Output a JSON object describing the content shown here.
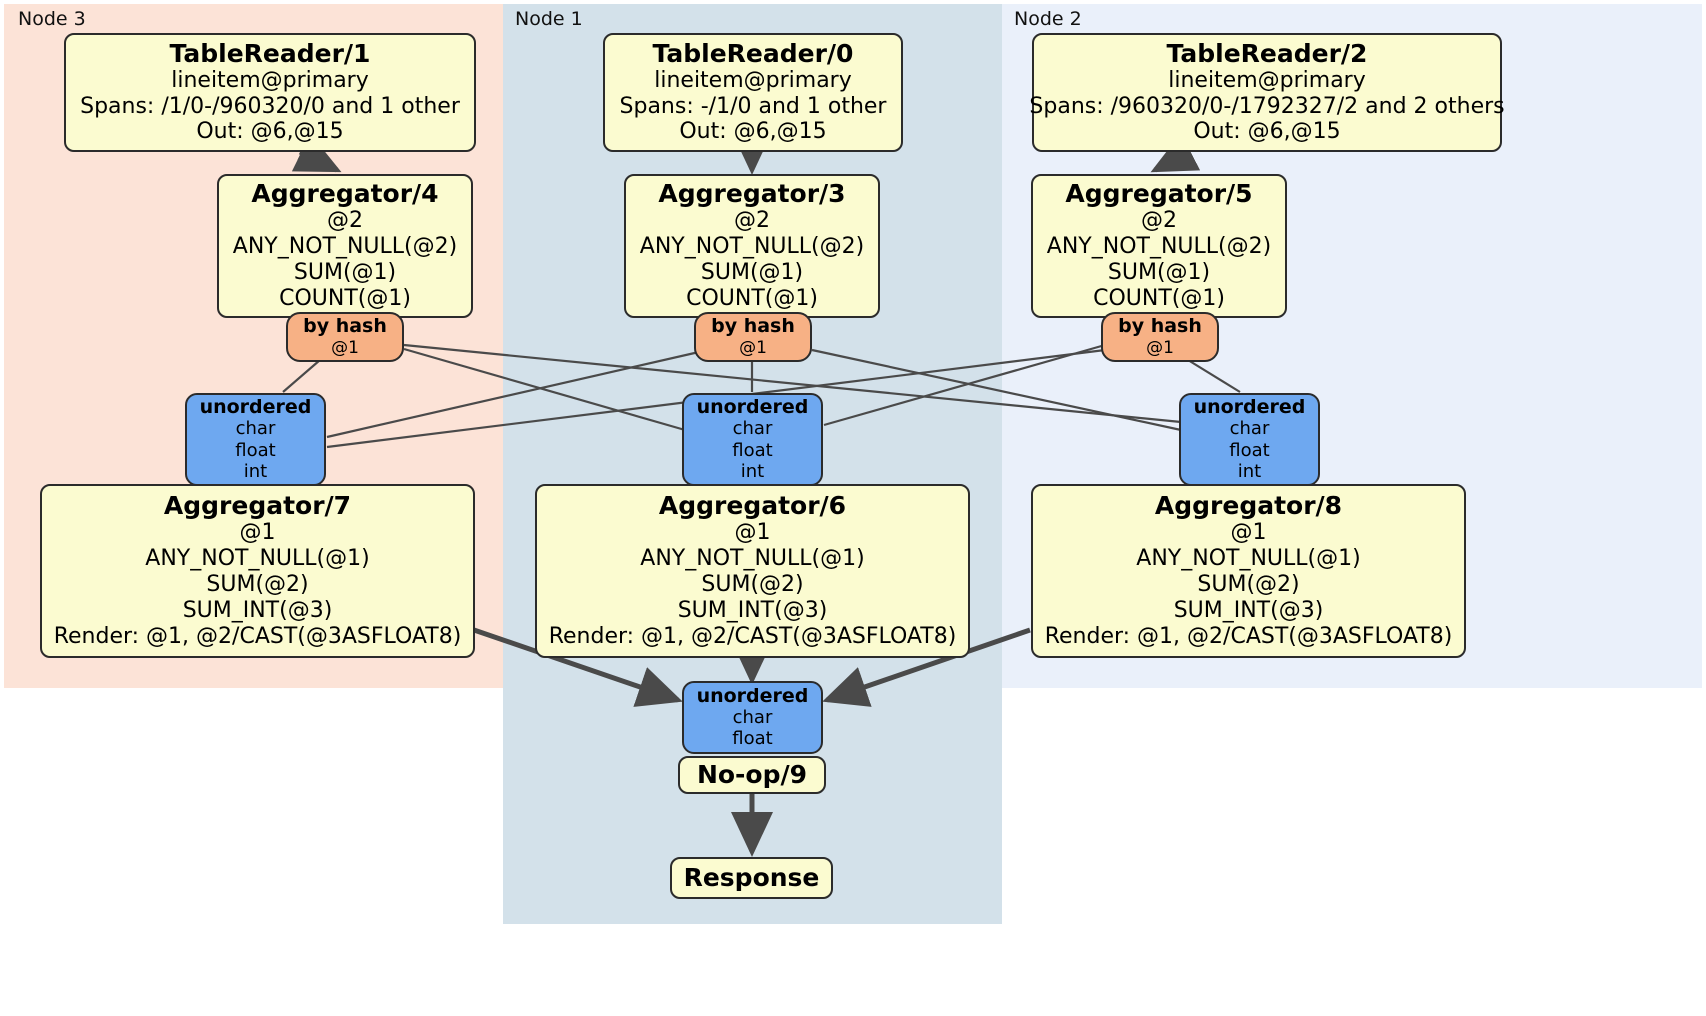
{
  "diagram": {
    "type": "distributed-query-plan",
    "panels": [
      {
        "id": "node3",
        "label": "Node 3",
        "color": "#fce3d7"
      },
      {
        "id": "node1",
        "label": "Node 1",
        "color": "#d3e1ea"
      },
      {
        "id": "node2",
        "label": "Node 2",
        "color": "#eaf0fa"
      }
    ],
    "colors": {
      "processor_fill": "#fbfbd0",
      "router_fill": "#f7b185",
      "sync_fill": "#6ea8f0",
      "stroke": "#2b2b2b",
      "edge": "#4a4a4a"
    },
    "nodes": [
      {
        "id": "tablereader1",
        "panel": "node3",
        "kind": "processor",
        "title": "TableReader/1",
        "lines": [
          "lineitem@primary",
          "Spans: /1/0-/960320/0 and 1 other",
          "Out: @6,@15"
        ]
      },
      {
        "id": "tablereader0",
        "panel": "node1",
        "kind": "processor",
        "title": "TableReader/0",
        "lines": [
          "lineitem@primary",
          "Spans: -/1/0 and 1 other",
          "Out: @6,@15"
        ]
      },
      {
        "id": "tablereader2",
        "panel": "node2",
        "kind": "processor",
        "title": "TableReader/2",
        "lines": [
          "lineitem@primary",
          "Spans: /960320/0-/1792327/2 and 2 others",
          "Out: @6,@15"
        ]
      },
      {
        "id": "aggregator4",
        "panel": "node3",
        "kind": "processor",
        "title": "Aggregator/4",
        "lines": [
          "@2",
          "ANY_NOT_NULL(@2)",
          "SUM(@1)",
          "COUNT(@1)"
        ]
      },
      {
        "id": "aggregator3",
        "panel": "node1",
        "kind": "processor",
        "title": "Aggregator/3",
        "lines": [
          "@2",
          "ANY_NOT_NULL(@2)",
          "SUM(@1)",
          "COUNT(@1)"
        ]
      },
      {
        "id": "aggregator5",
        "panel": "node2",
        "kind": "processor",
        "title": "Aggregator/5",
        "lines": [
          "@2",
          "ANY_NOT_NULL(@2)",
          "SUM(@1)",
          "COUNT(@1)"
        ]
      },
      {
        "id": "router4",
        "panel": "node3",
        "kind": "router",
        "title": "by hash",
        "lines": [
          "@1"
        ]
      },
      {
        "id": "router3",
        "panel": "node1",
        "kind": "router",
        "title": "by hash",
        "lines": [
          "@1"
        ]
      },
      {
        "id": "router5",
        "panel": "node2",
        "kind": "router",
        "title": "by hash",
        "lines": [
          "@1"
        ]
      },
      {
        "id": "sync7",
        "panel": "node3",
        "kind": "sync",
        "title": "unordered",
        "lines": [
          "char",
          "float",
          "int"
        ]
      },
      {
        "id": "sync6",
        "panel": "node1",
        "kind": "sync",
        "title": "unordered",
        "lines": [
          "char",
          "float",
          "int"
        ]
      },
      {
        "id": "sync8",
        "panel": "node2",
        "kind": "sync",
        "title": "unordered",
        "lines": [
          "char",
          "float",
          "int"
        ]
      },
      {
        "id": "aggregator7",
        "panel": "node3",
        "kind": "processor",
        "title": "Aggregator/7",
        "lines": [
          "@1",
          "ANY_NOT_NULL(@1)",
          "SUM(@2)",
          "SUM_INT(@3)",
          "Render: @1, @2/CAST(@3ASFLOAT8)"
        ]
      },
      {
        "id": "aggregator6",
        "panel": "node1",
        "kind": "processor",
        "title": "Aggregator/6",
        "lines": [
          "@1",
          "ANY_NOT_NULL(@1)",
          "SUM(@2)",
          "SUM_INT(@3)",
          "Render: @1, @2/CAST(@3ASFLOAT8)"
        ]
      },
      {
        "id": "aggregator8",
        "panel": "node2",
        "kind": "processor",
        "title": "Aggregator/8",
        "lines": [
          "@1",
          "ANY_NOT_NULL(@1)",
          "SUM(@2)",
          "SUM_INT(@3)",
          "Render: @1, @2/CAST(@3ASFLOAT8)"
        ]
      },
      {
        "id": "syncfinal",
        "panel": "node1",
        "kind": "sync",
        "title": "unordered",
        "lines": [
          "char",
          "float"
        ]
      },
      {
        "id": "noop9",
        "panel": "node1",
        "kind": "processor",
        "title": "No-op/9",
        "lines": []
      },
      {
        "id": "response",
        "panel": "node1",
        "kind": "processor",
        "title": "Response",
        "lines": []
      }
    ],
    "edges": [
      {
        "from": "tablereader1",
        "to": "aggregator4"
      },
      {
        "from": "tablereader0",
        "to": "aggregator3"
      },
      {
        "from": "tablereader2",
        "to": "aggregator5"
      },
      {
        "from": "router4",
        "to": "sync7"
      },
      {
        "from": "router4",
        "to": "sync6"
      },
      {
        "from": "router4",
        "to": "sync8"
      },
      {
        "from": "router3",
        "to": "sync7"
      },
      {
        "from": "router3",
        "to": "sync6"
      },
      {
        "from": "router3",
        "to": "sync8"
      },
      {
        "from": "router5",
        "to": "sync7"
      },
      {
        "from": "router5",
        "to": "sync6"
      },
      {
        "from": "router5",
        "to": "sync8"
      },
      {
        "from": "aggregator7",
        "to": "syncfinal"
      },
      {
        "from": "aggregator6",
        "to": "syncfinal"
      },
      {
        "from": "aggregator8",
        "to": "syncfinal"
      },
      {
        "from": "noop9",
        "to": "response"
      }
    ]
  }
}
